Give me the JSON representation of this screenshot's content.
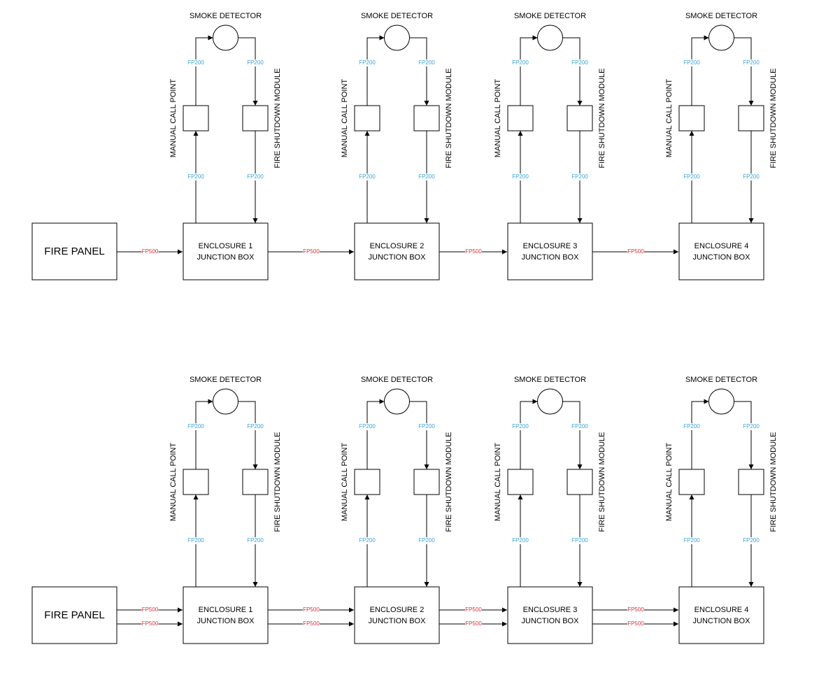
{
  "colors": {
    "line": "#000000",
    "fp200": "#3ba3d9",
    "fp500": "#e0303a"
  },
  "panel_label": "FIRE PANEL",
  "device_labels": {
    "smoke": "SMOKE DETECTOR",
    "mcp": "MANUAL CALL POINT",
    "fsm": "FIRE SHUTDOWN MODULE"
  },
  "cables": {
    "loop": "FP200",
    "trunk": "FP500"
  },
  "enclosures": [
    {
      "line1": "ENCLOSURE 1",
      "line2": "JUNCTION BOX"
    },
    {
      "line1": "ENCLOSURE 2",
      "line2": "JUNCTION BOX"
    },
    {
      "line1": "ENCLOSURE 3",
      "line2": "JUNCTION BOX"
    },
    {
      "line1": "ENCLOSURE 4",
      "line2": "JUNCTION BOX"
    }
  ],
  "diagrams": [
    {
      "trunk_links": 1
    },
    {
      "trunk_links": 2
    }
  ]
}
